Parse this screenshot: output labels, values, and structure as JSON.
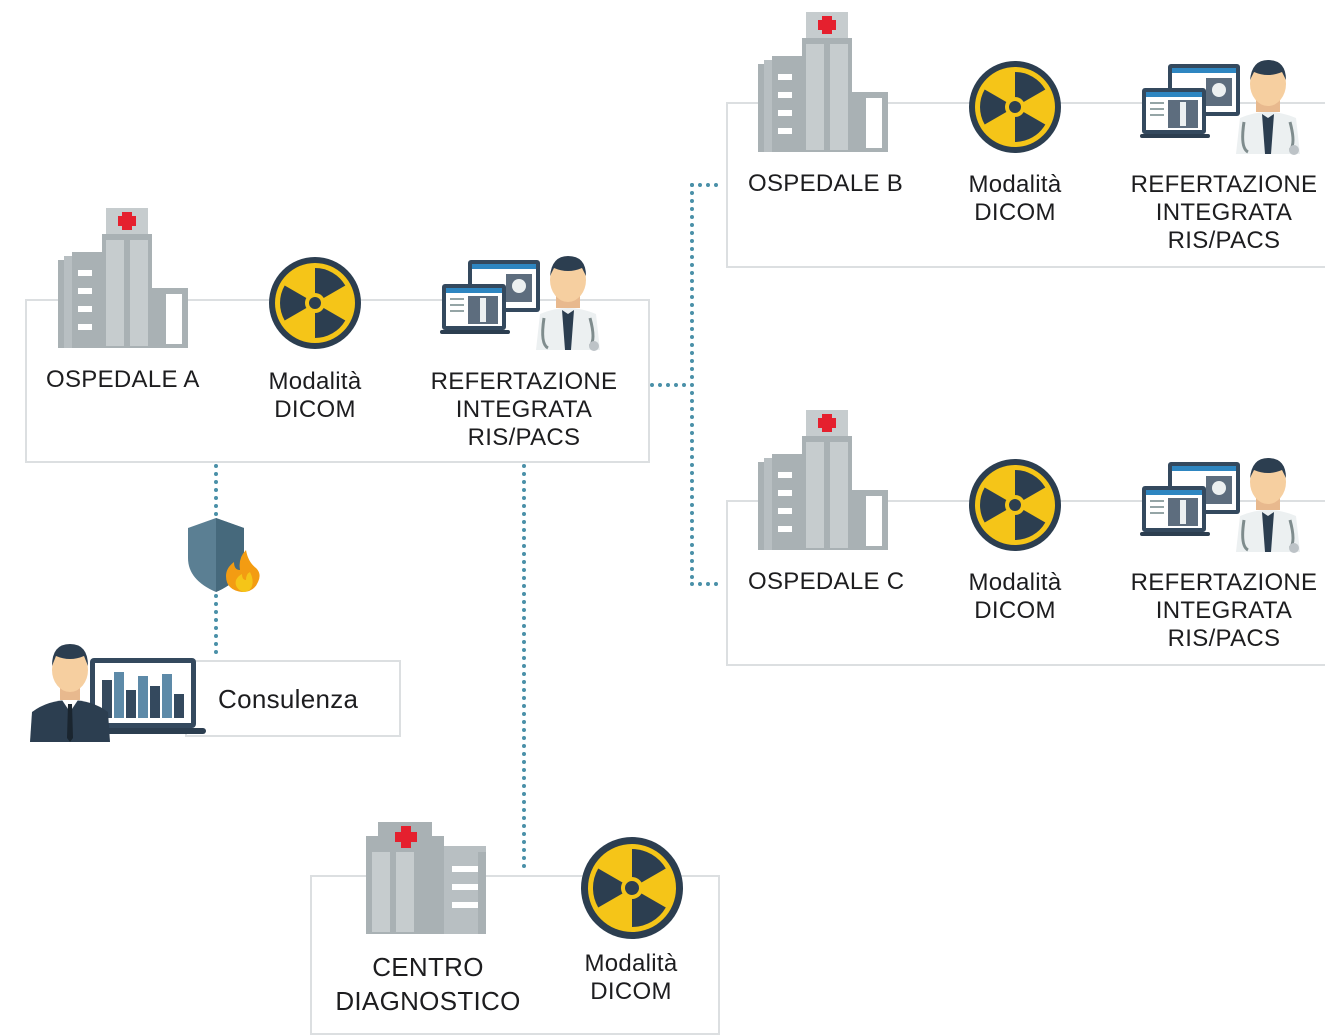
{
  "nodes": {
    "ospedale_a": {
      "title": "OSPEDALE A",
      "modality": "Modalità\nDICOM",
      "reporting": "REFERTAZIONE\nINTEGRATA\nRIS/PACS"
    },
    "ospedale_b": {
      "title": "OSPEDALE B",
      "modality": "Modalità\nDICOM",
      "reporting": "REFERTAZIONE\nINTEGRATA\nRIS/PACS"
    },
    "ospedale_c": {
      "title": "OSPEDALE C",
      "modality": "Modalità\nDICOM",
      "reporting": "REFERTAZIONE\nINTEGRATA\nRIS/PACS"
    },
    "centro": {
      "title": "CENTRO\nDIAGNOSTICO",
      "modality": "Modalità\nDICOM"
    },
    "consulenza": {
      "label": "Consulenza"
    }
  },
  "colors": {
    "connector": "#4a90a8",
    "box_border": "#dcdfe1",
    "hospital_gray": "#a9b1b4",
    "hospital_dark": "#8f989b",
    "red_cross": "#e5202e",
    "radiation_yellow": "#f5c518",
    "radiation_dark": "#2c3e50",
    "shield": "#5b7f93",
    "fire": "#f39c12"
  },
  "icons": [
    "hospital-icon",
    "radiation-icon",
    "doctor-workstation-icon",
    "firewall-shield-icon",
    "consultant-laptop-icon"
  ]
}
